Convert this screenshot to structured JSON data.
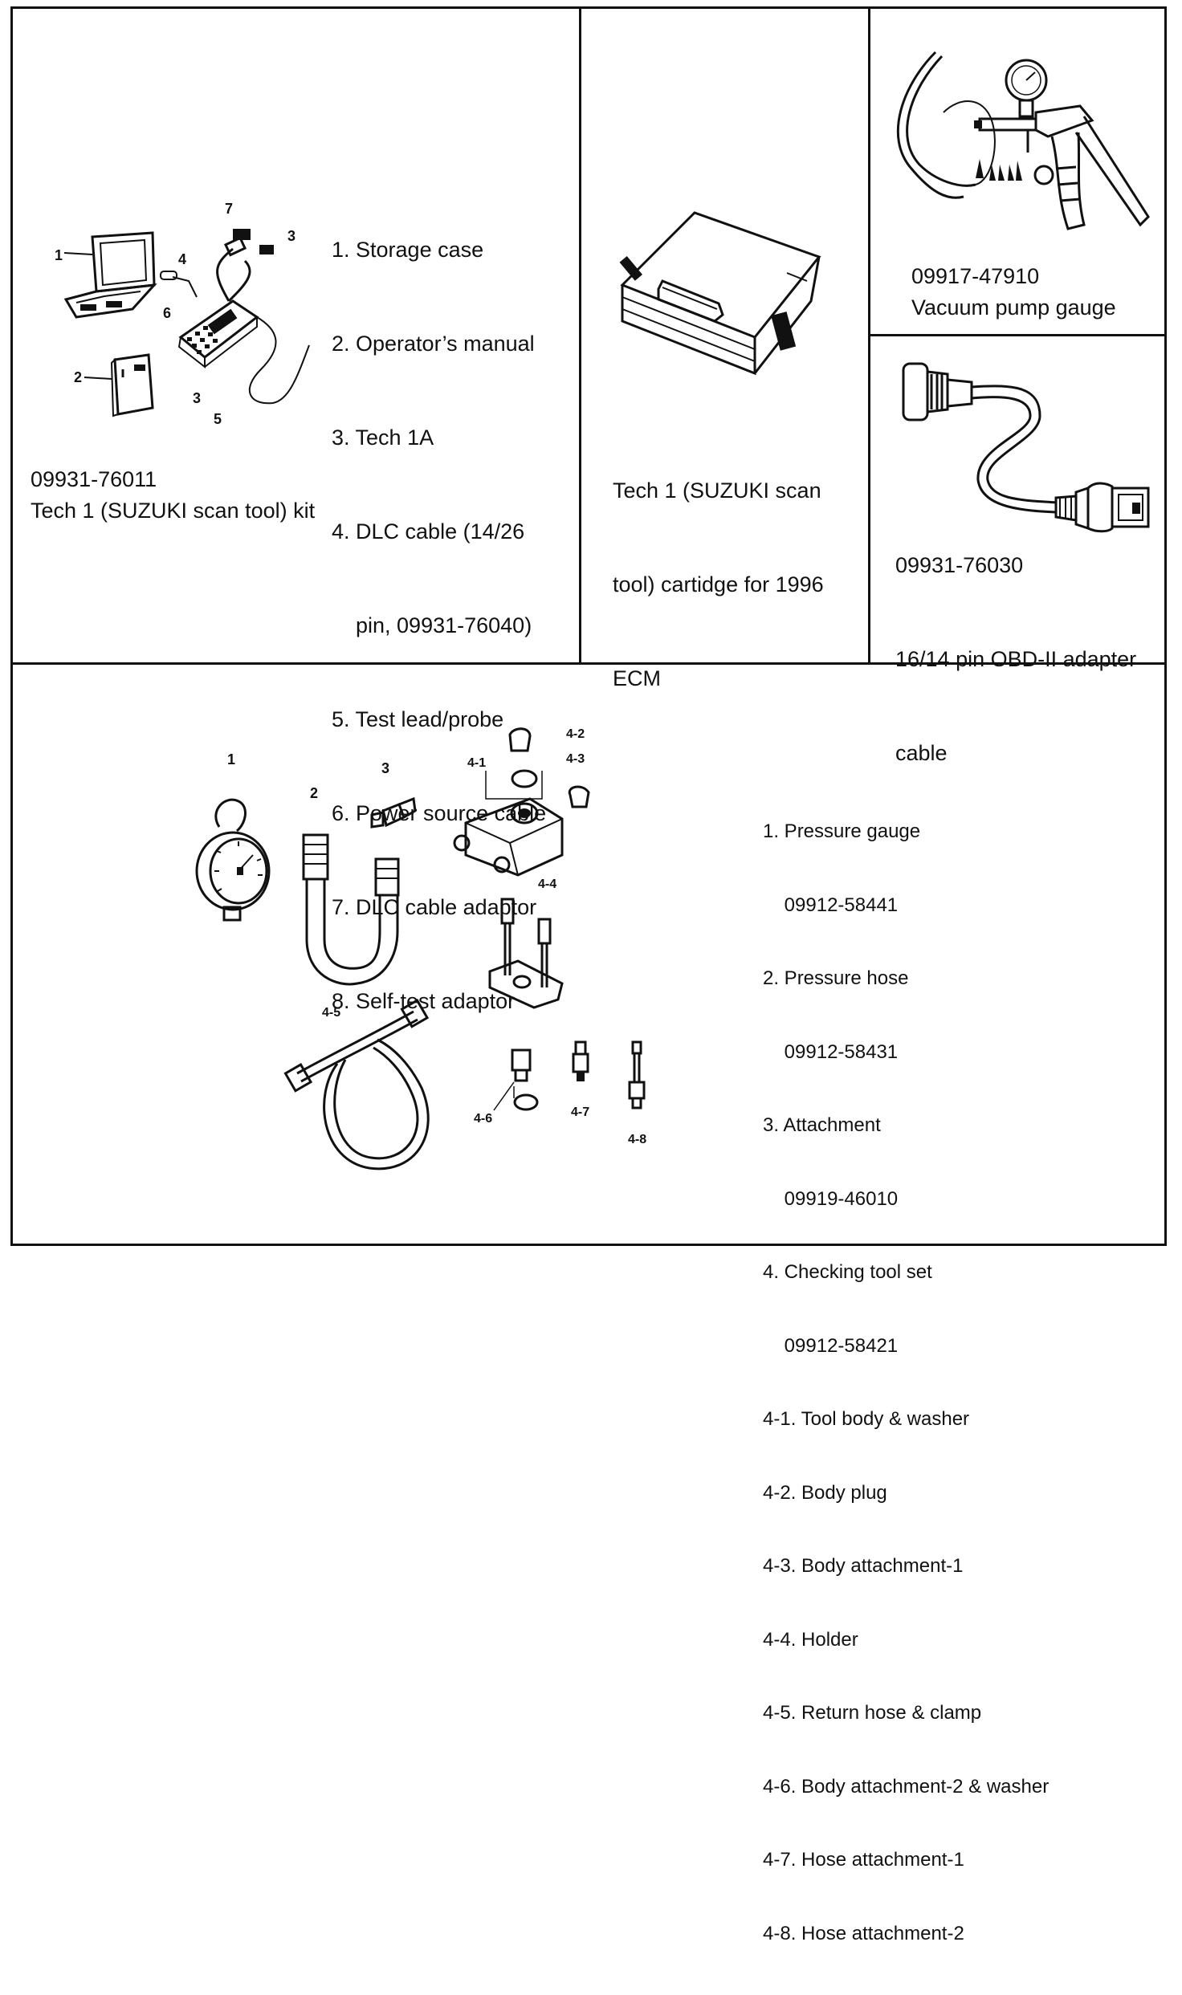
{
  "panels": {
    "scan_kit": {
      "part_number": "09931-76011",
      "name": "Tech 1 (SUZUKI scan tool) kit",
      "items": [
        "1. Storage case",
        "2. Operator’s manual",
        "3. Tech 1A",
        "4. DLC cable (14/26",
        "    pin, 09931-76040)",
        "5. Test lead/probe",
        "6. Power source cable",
        "7. DLC cable adaptor",
        "8. Self-test adaptor"
      ],
      "callouts": {
        "c1": "1",
        "c2": "2",
        "c3a": "3",
        "c3b": "3",
        "c4": "4",
        "c5": "5",
        "c6": "6",
        "c7": "7"
      }
    },
    "cartridge": {
      "caption_lines": [
        "Tech 1 (SUZUKI scan",
        "tool) cartidge for 1996",
        "ECM"
      ]
    },
    "vacuum": {
      "part_number": "09917-47910",
      "name": "Vacuum pump gauge"
    },
    "obd_adapter": {
      "part_number": "09931-76030",
      "name_lines": [
        "16/14 pin OBD-II adapter",
        "cable"
      ]
    },
    "fuel_pressure": {
      "items": [
        "1. Pressure gauge",
        "    09912-58441",
        "2. Pressure hose",
        "    09912-58431",
        "3. Attachment",
        "    09919-46010",
        "4. Checking tool set",
        "    09912-58421",
        "4-1. Tool body & washer",
        "4-2. Body plug",
        "4-3. Body attachment-1",
        "4-4. Holder",
        "4-5. Return hose & clamp",
        "4-6. Body attachment-2 & washer",
        "4-7. Hose attachment-1",
        "4-8. Hose attachment-2"
      ],
      "callouts": {
        "c1": "1",
        "c2": "2",
        "c3": "3",
        "c41": "4-1",
        "c42": "4-2",
        "c43": "4-3",
        "c44": "4-4",
        "c45": "4-5",
        "c46": "4-6",
        "c47": "4-7",
        "c48": "4-8"
      }
    }
  },
  "icons": [
    "storage-case-icon",
    "manual-icon",
    "scan-tool-icon",
    "cartridge-icon",
    "vacuum-pump-icon",
    "obd-cable-icon",
    "pressure-gauge-icon",
    "pressure-hose-icon",
    "attachment-icon",
    "tool-body-icon",
    "holder-icon",
    "return-hose-icon"
  ]
}
